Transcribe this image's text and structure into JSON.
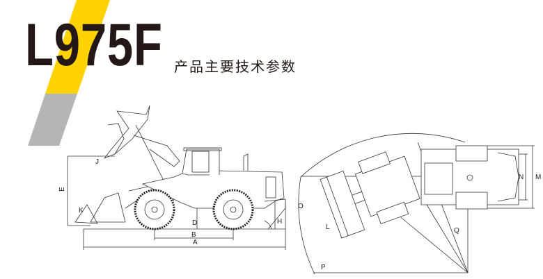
{
  "header": {
    "model": "L975F",
    "subtitle": "产品主要技术参数"
  },
  "colors": {
    "accent_yellow": "#FFD200",
    "accent_gray": "#B5B5B6",
    "text": "#231815"
  },
  "side_view": {
    "labels": {
      "A": "A",
      "B": "B",
      "D": "D",
      "H": "H",
      "J": "J",
      "K": "K",
      "E": "E"
    }
  },
  "top_view": {
    "labels": {
      "O": "O",
      "L": "L",
      "Q": "Q",
      "P": "P",
      "M": "M",
      "N": "N"
    }
  }
}
